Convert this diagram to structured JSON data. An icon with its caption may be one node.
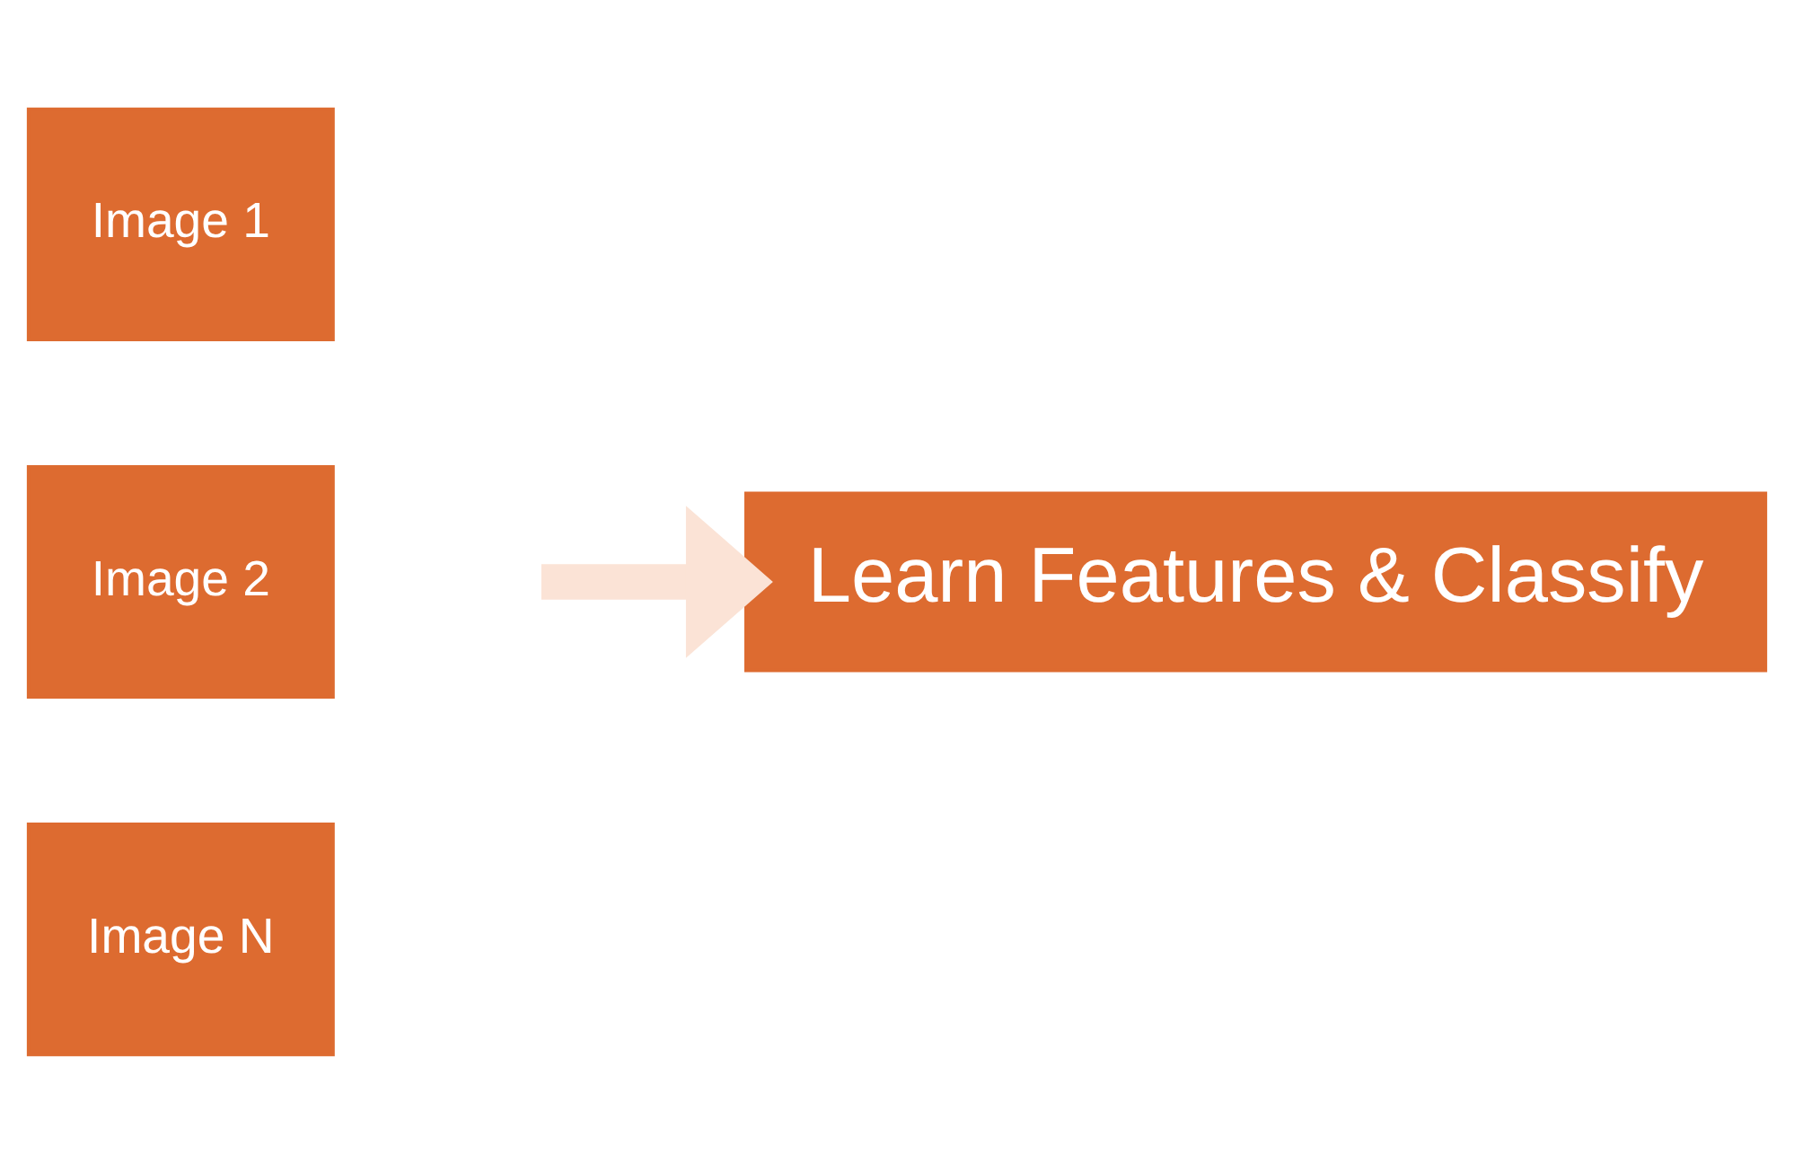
{
  "diagram": {
    "nodes": [
      {
        "text": [
          "Image 1"
        ]
      },
      {
        "text": [
          "Image 2"
        ]
      },
      {
        "text": [
          "Image N"
        ]
      },
      {
        "text": [
          "Learn Features & Classify"
        ]
      }
    ],
    "edges": [
      {
        "from": null,
        "to": 3,
        "arrow": "to",
        "color": "#fbe3d6"
      }
    ]
  }
}
